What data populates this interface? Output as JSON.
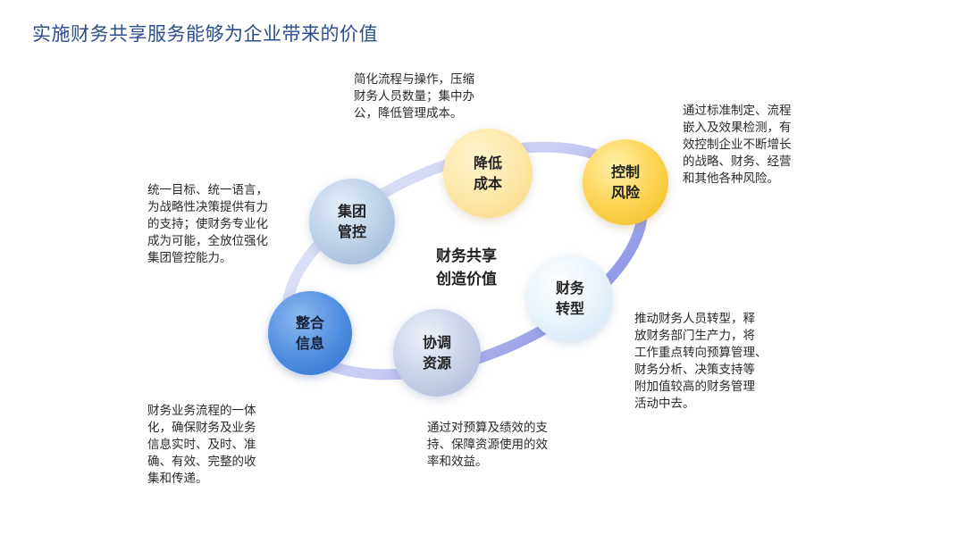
{
  "title": "实施财务共享服务能够为企业带来的价值",
  "center": {
    "line1": "财务共享",
    "line2": "创造价值"
  },
  "nodes": {
    "cost": {
      "line1": "降低",
      "line2": "成本"
    },
    "risk": {
      "line1": "控制",
      "line2": "风险"
    },
    "group": {
      "line1": "集团",
      "line2": "管控"
    },
    "trans": {
      "line1": "财务",
      "line2": "转型"
    },
    "info": {
      "line1": "整合",
      "line2": "信息"
    },
    "res": {
      "line1": "协调",
      "line2": "资源"
    }
  },
  "descriptions": {
    "cost": "简化流程与操作，压缩\n财务人员数量；集中办\n公，降低管理成本。",
    "risk": "通过标准制定、流程\n嵌入及效果检测，有\n效控制企业不断增长\n的战略、财务、经营\n和其他各种风险。",
    "group": "统一目标、统一语言，\n为战略性决策提供有力\n的支持；使财务专业化\n成为可能，全放位强化\n集团管控能力。",
    "trans": "推动财务人员转型，释\n放财务部门生产力，将\n工作重点转向预算管理、\n财务分析、决策支持等\n附加值较高的财务管理\n活动中去。",
    "info": "财务业务流程的一体\n化，确保财务及业务\n信息实时、及时、准\n确、有效、完整的收\n集和传递。",
    "res": "通过对预算及绩效的支\n持、保障资源使用的效\n率和效益。"
  },
  "colors": {
    "title": "#2b4e8c",
    "ring_light": "#dfe3f6",
    "ring_dark": "#7d86e3"
  }
}
